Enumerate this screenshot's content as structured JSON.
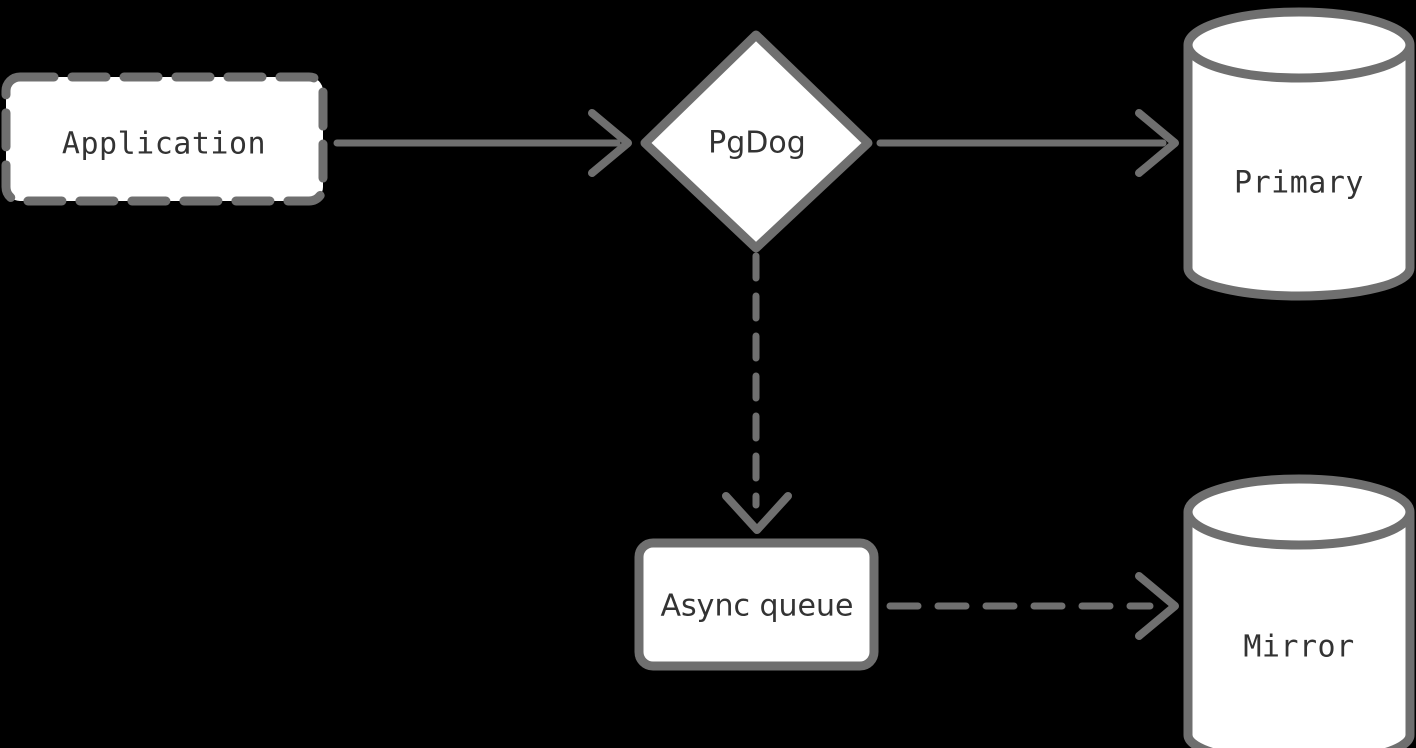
{
  "diagram": {
    "type": "flowchart",
    "direction": "left-to-right",
    "background_color": "#000000",
    "stroke_color": "#6f6f6f",
    "fill_color": "#ffffff",
    "text_color": "#333333",
    "nodes": [
      {
        "id": "application",
        "label": "Application",
        "shape": "rounded-rectangle",
        "border_style": "dashed",
        "font": "mono"
      },
      {
        "id": "pgdog",
        "label": "PgDog",
        "shape": "diamond",
        "border_style": "solid",
        "font": "sans"
      },
      {
        "id": "primary",
        "label": "Primary",
        "shape": "cylinder",
        "border_style": "solid",
        "font": "mono"
      },
      {
        "id": "async-queue",
        "label": "Async  queue",
        "shape": "rounded-rectangle",
        "border_style": "solid",
        "font": "sans"
      },
      {
        "id": "mirror",
        "label": "Mirror",
        "shape": "cylinder",
        "border_style": "solid",
        "font": "mono"
      }
    ],
    "edges": [
      {
        "id": "application-to-pgdog",
        "from": "application",
        "to": "pgdog",
        "style": "solid",
        "arrowhead": "chevron",
        "label": ""
      },
      {
        "id": "pgdog-to-primary",
        "from": "pgdog",
        "to": "primary",
        "style": "solid",
        "arrowhead": "chevron",
        "label": ""
      },
      {
        "id": "pgdog-to-async-queue",
        "from": "pgdog",
        "to": "async-queue",
        "style": "dashed",
        "arrowhead": "chevron",
        "label": ""
      },
      {
        "id": "async-queue-to-mirror",
        "from": "async-queue",
        "to": "mirror",
        "style": "dashed",
        "arrowhead": "chevron",
        "label": ""
      }
    ]
  }
}
